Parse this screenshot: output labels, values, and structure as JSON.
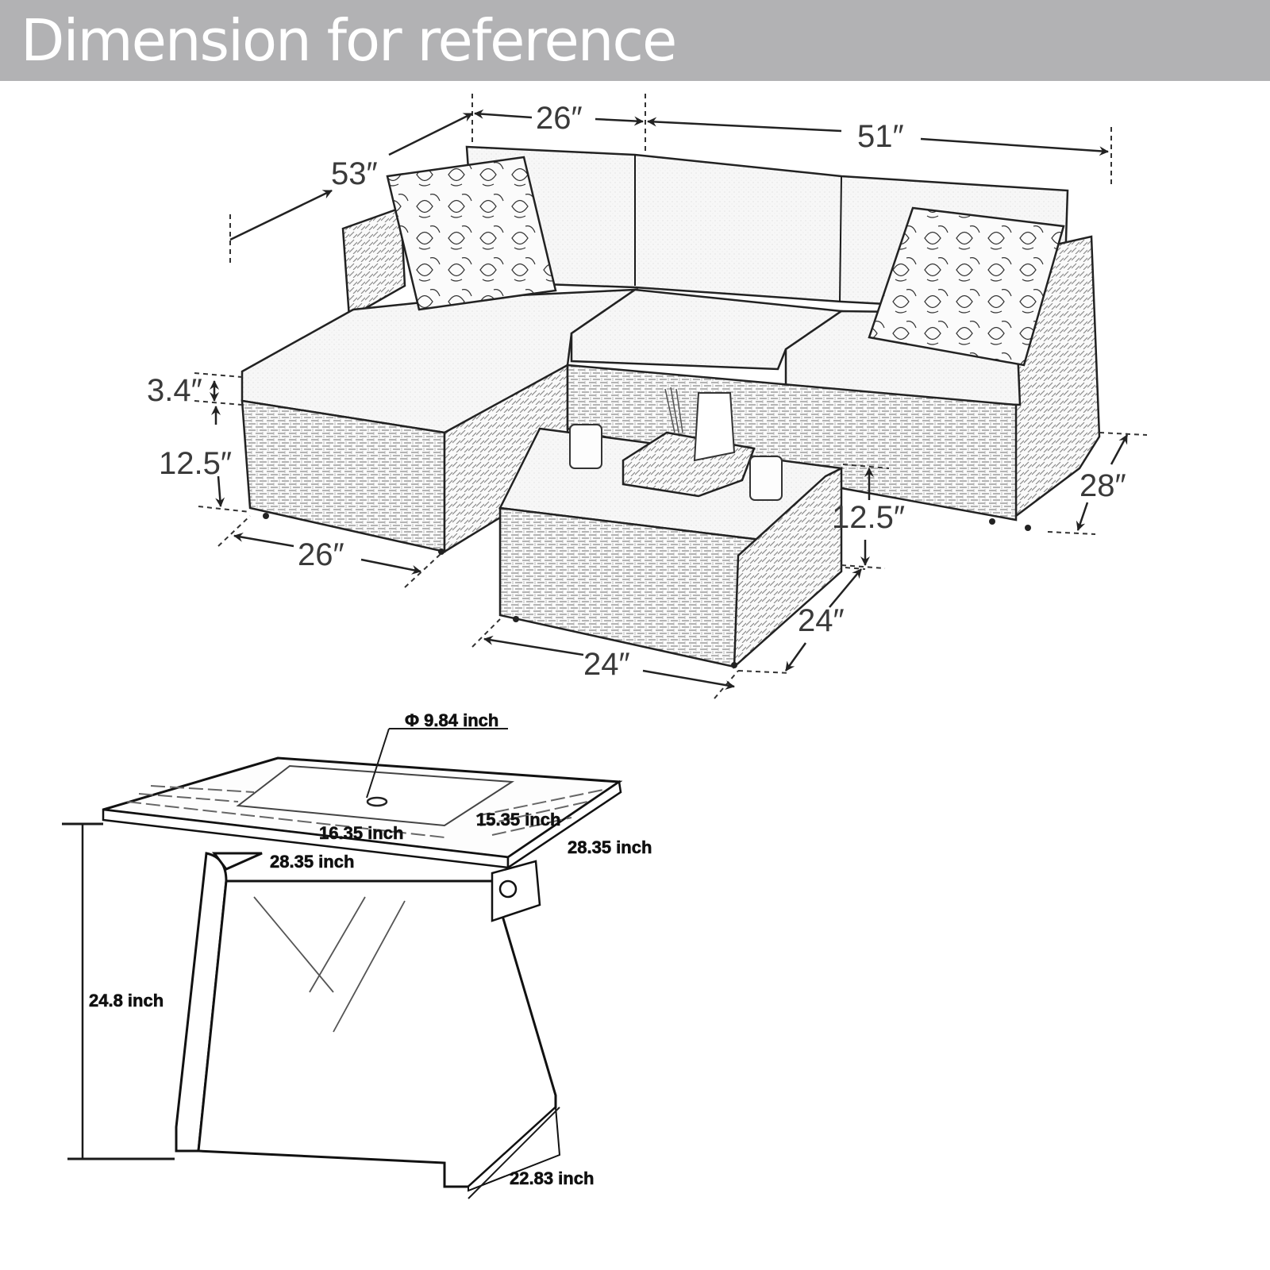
{
  "header": {
    "title": "Dimension for reference",
    "background_color": "#b2b2b4",
    "text_color": "#ffffff"
  },
  "sofa_set": {
    "dimensions": {
      "total_depth": "53″",
      "chaise_back_width": "26″",
      "sofa_length": "51″",
      "cushion_thickness": "3.4″",
      "seat_base_height": "12.5″",
      "chaise_front_width": "26″",
      "sofa_depth": "28″",
      "table_height": "12.5″",
      "table_depth": "24″",
      "table_width": "24″"
    }
  },
  "fire_table": {
    "dimensions": {
      "burner_diameter": "Φ 9.84 inch",
      "burner_width": "16.35 inch",
      "burner_depth": "15.35 inch",
      "top_width": "28.35 inch",
      "top_depth": "28.35 inch",
      "height": "24.8 inch",
      "base_depth": "22.83 inch"
    }
  }
}
